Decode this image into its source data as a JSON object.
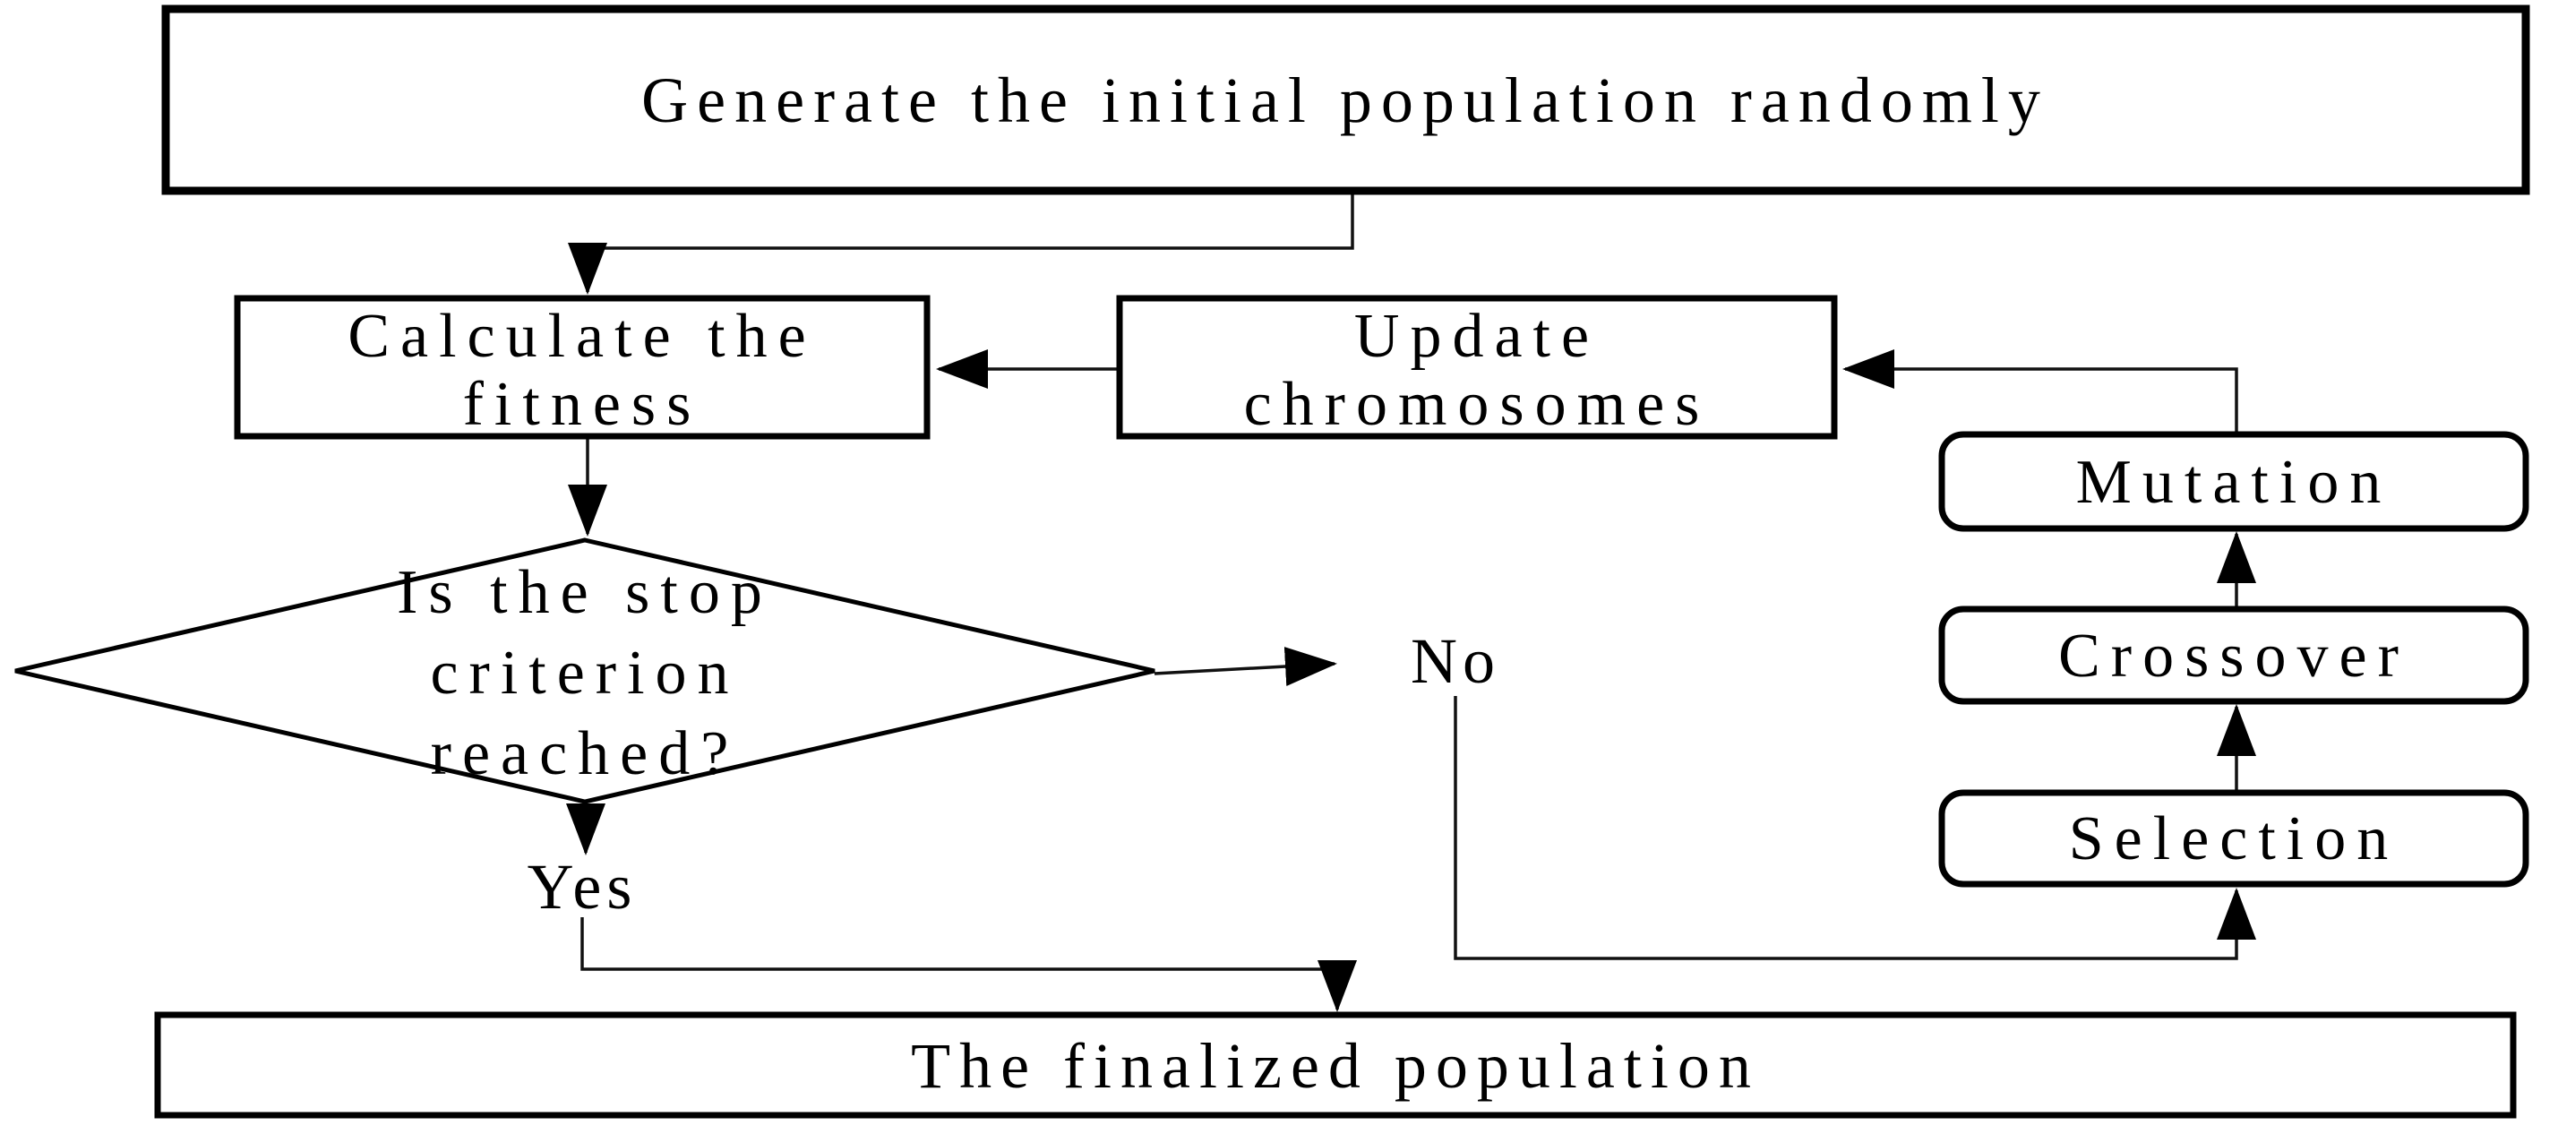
{
  "canvas": {
    "background_color": "#ffffff",
    "line_color": "#000000"
  },
  "nodes": {
    "generate": {
      "shape": "rect",
      "label": "Generate the initial population randomly"
    },
    "calculate": {
      "shape": "rect",
      "lines": [
        "Calculate the",
        "fitness"
      ]
    },
    "update": {
      "shape": "rect",
      "lines": [
        "Update",
        "chromosomes"
      ]
    },
    "mutation": {
      "shape": "rounded-rect",
      "label": "Mutation"
    },
    "crossover": {
      "shape": "rounded-rect",
      "label": "Crossover"
    },
    "selection": {
      "shape": "rounded-rect",
      "label": "Selection"
    },
    "stop_criterion": {
      "shape": "diamond",
      "lines": [
        "Is the stop",
        "criterion",
        "reached?"
      ]
    },
    "finalized": {
      "shape": "rect",
      "label": "The finalized population"
    }
  },
  "edge_labels": {
    "yes": "Yes",
    "no": "No"
  }
}
